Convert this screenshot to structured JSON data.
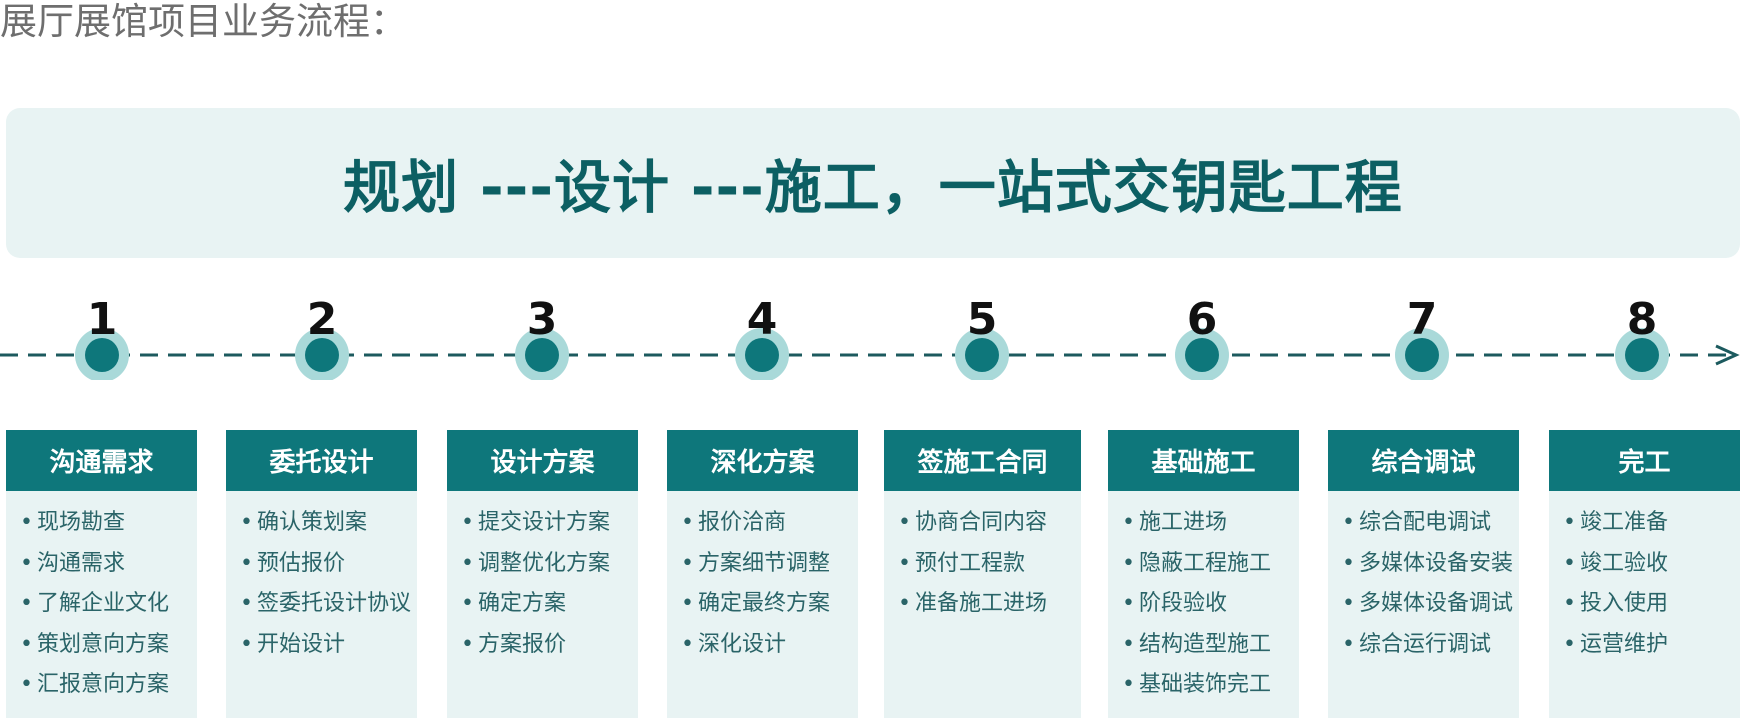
{
  "header": {
    "title": "展厅展馆项目业务流程："
  },
  "banner": {
    "text": "规划 ---设计 ---施工，一站式交钥匙工程"
  },
  "colors": {
    "accent": "#0e777b",
    "light_bg": "#e8f3f3",
    "ring": "#a9d9d9"
  },
  "steps": [
    {
      "number": "1",
      "title": "沟通需求",
      "items": [
        "现场勘查",
        "沟通需求",
        "了解企业文化",
        "策划意向方案",
        "汇报意向方案"
      ]
    },
    {
      "number": "2",
      "title": "委托设计",
      "items": [
        "确认策划案",
        "预估报价",
        "签委托设计协议",
        "开始设计"
      ]
    },
    {
      "number": "3",
      "title": "设计方案",
      "items": [
        "提交设计方案",
        "调整优化方案",
        "确定方案",
        "方案报价"
      ]
    },
    {
      "number": "4",
      "title": "深化方案",
      "items": [
        "报价洽商",
        "方案细节调整",
        "确定最终方案",
        "深化设计"
      ]
    },
    {
      "number": "5",
      "title": "签施工合同",
      "items": [
        "协商合同内容",
        "预付工程款",
        "准备施工进场"
      ]
    },
    {
      "number": "6",
      "title": "基础施工",
      "items": [
        "施工进场",
        "隐蔽工程施工",
        "阶段验收",
        "结构造型施工",
        "基础装饰完工"
      ]
    },
    {
      "number": "7",
      "title": "综合调试",
      "items": [
        "综合配电调试",
        "多媒体设备安装",
        "多媒体设备调试",
        "综合运行调试"
      ]
    },
    {
      "number": "8",
      "title": "完工",
      "items": [
        "竣工准备",
        "竣工验收",
        "投入使用",
        "运营维护"
      ]
    }
  ]
}
